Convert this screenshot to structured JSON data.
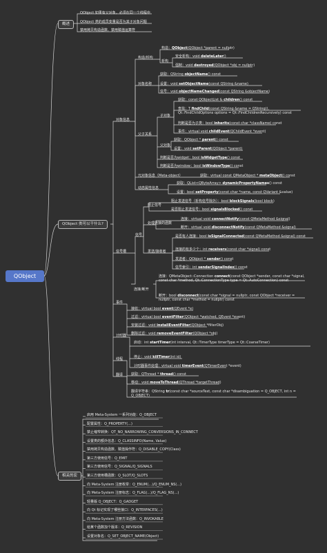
{
  "root": "QObject",
  "overview": {
    "label": "概述",
    "items": [
      "QObject 如果有父对象，必须在同一个线程中",
      "QObject 类的成员变量是否为其子对象问题",
      "禁用拷贝构造函数、禁用赋值运算符"
    ]
  },
  "usage": {
    "label": "QObject 类可以干什么?",
    "object_info": {
      "label": "对象信息",
      "construct": {
        "label": "构造/析构",
        "ctor_prefix": "构造：",
        "ctor_kw": "QObject",
        "ctor_rest": "(QObject *parent = nullptr)",
        "dtor_label": "析构",
        "safe_prefix": "安全析构：void ",
        "safe_kw": "deleteLater",
        "safe_rest": "()",
        "force_prefix": "强制：void ",
        "force_kw": "destroyed",
        "force_rest": "(QObject *obj = nullptr)"
      },
      "name": {
        "label": "对象名称",
        "get_prefix": "获取：QString ",
        "get_kw": "objectName",
        "get_rest": "() const",
        "set_prefix": "设置：void ",
        "set_kw": "setObjectName",
        "set_rest": "(const QString &name)",
        "sig_prefix": "信号：void ",
        "sig_kw": "objectNameChanged",
        "sig_rest": "(const QString &objectName)"
      },
      "parent_child": {
        "label": "父子关系",
        "child": {
          "label": "子对象",
          "get_prefix": "获取：const QObjectList & ",
          "get_kw": "children",
          "get_rest": "() const",
          "find_prefix": "查找：T ",
          "find_kw": "findChild",
          "find_rest": "(const QString &name = QString(), Qt::FindChildOptions options = Qt::FindChildrenRecursively) const",
          "check_prefix": "判断是否为子类：bool ",
          "check_kw": "inherits",
          "check_rest": "(const char *className) const",
          "event_prefix": "事件：virtual void ",
          "event_kw": "childEvent",
          "event_rest": "(QChildEvent *event)"
        },
        "parent": {
          "label": "父对象",
          "get_prefix": "获取：QObject * ",
          "get_kw": "parent",
          "get_rest": "() const",
          "set_prefix": "设置：void ",
          "set_kw": "setParent",
          "set_rest": "(QObject *parent)"
        },
        "widget_prefix": "判断是否为widget：bool ",
        "widget_kw": "isWidgetType",
        "widget_rest": "() const",
        "window_prefix": "判断是否为window：bool ",
        "window_kw": "isWindowType",
        "window_rest": "() const"
      },
      "meta": {
        "label": "元对象信息（Meta-object）",
        "get_prefix": "获取：virtual const QMetaObject * ",
        "get_kw": "metaObject",
        "get_rest": "() const"
      },
      "dynamic": {
        "label": "动态属性信息",
        "get_prefix": "获取：QList<QByteArray> ",
        "get_kw": "dynamicPropertyNames",
        "get_rest": "() const",
        "set_prefix": "设置：bool ",
        "set_kw": "setProperty",
        "set_rest": "(const char *name, const QVariant &value)"
      }
    },
    "signal_slot": {
      "label": "信号槽",
      "signal": {
        "label": "信号",
        "block_label": "阻止信号",
        "block_prefix": "阻止发送信号（析构信号除外）：bool ",
        "block_kw": "blockSignals",
        "block_rest": "(bool block)",
        "blocked_prefix": "是否阻止发送信号：bool ",
        "blocked_kw": "signalsBlocked",
        "blocked_rest": "() const",
        "handler_label": "处理连接的函数",
        "connect_prefix": "连接：virtual void ",
        "connect_kw": "connectNotify",
        "connect_rest": "(const QMetaMethod &signal)",
        "disconnect_prefix": "断开：virtual void ",
        "disconnect_kw": "disconnectNotify",
        "disconnect_rest": "(const QMetaMethod &signal)",
        "sender_label": "发送/接收者",
        "connected_prefix": "是否有人连接：bool ",
        "connected_kw": "isSignalConnected",
        "connected_rest": "(const QMetaMethod &signal) const",
        "receivers_prefix": "连接的有多少个：int ",
        "receivers_kw": "receivers",
        "receivers_rest": "(const char *signal) const",
        "sender_prefix": "发送者：QObject * ",
        "sender_kw": "sender",
        "sender_rest": "() const",
        "index_prefix": "信号索引：int ",
        "index_kw": "senderSignalIndex",
        "index_rest": "() const"
      },
      "connection": {
        "label": "连接/断开",
        "connect_prefix": "连接：QMetaObject::Connection ",
        "connect_kw": "connect",
        "connect_rest": "(const QObject *sender, const char *signal, const char *method, Qt::ConnectionType type = Qt::AutoConnection) const",
        "disconnect_prefix": "断开：bool ",
        "disconnect_kw": "disconnect",
        "disconnect_rest": "(const char *signal = nullptr, const QObject *receiver = nullptr, const char *method = nullptr) const"
      }
    },
    "events": {
      "label": "事件",
      "recv_prefix": "接收：virtual bool ",
      "recv_kw": "event",
      "recv_rest": "(QEvent *e)",
      "filter_prefix": "过滤：virtual bool ",
      "filter_kw": "eventFilter",
      "filter_rest": "(QObject *watched, QEvent *event)",
      "install_prefix": "安装过滤：void ",
      "install_kw": "installEventFilter",
      "install_rest": "(QObject *filterObj)",
      "remove_prefix": "删除过滤：void ",
      "remove_kw": "removeEventFilter",
      "remove_rest": "(QObject *obj)"
    },
    "timer": {
      "label": "计时器",
      "start_prefix": "启动：int ",
      "start_kw": "startTimer",
      "start_rest": "(int interval, Qt::TimerType timerType = Qt::CoarseTimer)",
      "stop_prefix": "停止：void ",
      "stop_kw": "killTimer",
      "stop_rest": "(int id)",
      "event_prefix": "计时器事件处理：virtual void ",
      "event_kw": "timerEvent",
      "event_rest": "(QTimerEvent *event)"
    },
    "thread": {
      "label": "线程",
      "get_prefix": "获取：QThread * ",
      "get_kw": "thread",
      "get_rest": "() const",
      "move_prefix": "移动：void ",
      "move_kw": "moveToThread",
      "move_rest": "(QThread *targetThread)"
    },
    "translate": {
      "label": "翻译",
      "text_prefix": "翻译字符串：QString ",
      "text_kw": "tr",
      "text_rest": "(const char *sourceText, const char *disambiguation = Q_OBJECT, int n = Q_OBJECT)"
    }
  },
  "macros": {
    "label": "相关的宏",
    "items": [
      "启用 Meta-System 一系列功能：Q_OBJECT",
      "配置属性：Q_PROPERTY(...)",
      "禁止缩窄转换：QT_NO_NARROWING_CONVERSIONS_IN_CONNECT",
      "设置类的额外信息：Q_CLASSINFO(Name, Value)",
      "禁用拷贝构造函数、赋值操作符：Q_DISABLE_COPY(Class)",
      "第三方使用信号：Q_EMIT",
      "第三方使用信号：Q_SIGNAL/Q_SIGNALS",
      "第三方使用槽函数：Q_SLOT/Q_SLOTS",
      "向 Meta-System 注册枚举：Q_ENUM(...)/Q_ENUM_NS(...)",
      "向 Meta-System 注册标志：Q_FLAG(...)/Q_FLAG_NS(...)",
      "轻量版 Q_OBJECT：Q_GADGET",
      "向 Qt 标记实现了哪些接口：Q_INTERFACES(...)",
      "向 Meta-System 注册方法函数：Q_INVOKABLE",
      "给某个函数加个版本：Q_REVISION",
      "设置对象名：Q_SET_OBJECT_NAME(Object)"
    ]
  }
}
